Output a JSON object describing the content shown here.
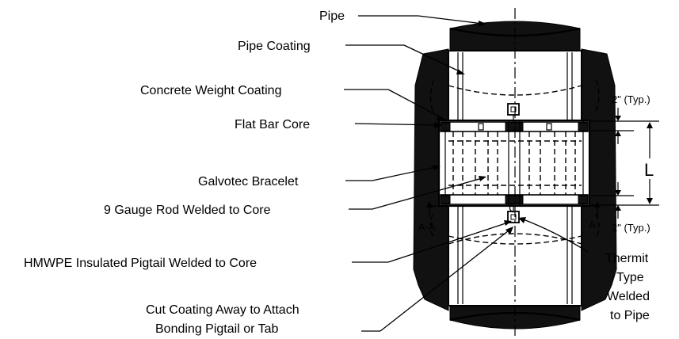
{
  "labels": {
    "pipe": "Pipe",
    "pipe_coating": "Pipe Coating",
    "concrete_weight_coating": "Concrete Weight Coating",
    "flat_bar_core": "Flat Bar Core",
    "galvotec_bracelet": "Galvotec Bracelet",
    "gauge_rod": "9 Gauge Rod Welded to Core",
    "hmwpe_pigtail": "HMWPE Insulated Pigtail Welded to Core",
    "cut_coating_line1": "Cut Coating Away to Attach",
    "cut_coating_line2": "Bonding Pigtail or Tab",
    "thermit_line1": "Thermit",
    "thermit_line2": "Type",
    "thermit_line3": "Welded",
    "thermit_line4": "to Pipe"
  },
  "dimensions": {
    "top_typ": "2\" (Typ.)",
    "bottom_typ": "2\" (Typ.)",
    "length": "L"
  },
  "section_marks": {
    "left": "A-A",
    "right": "A"
  }
}
